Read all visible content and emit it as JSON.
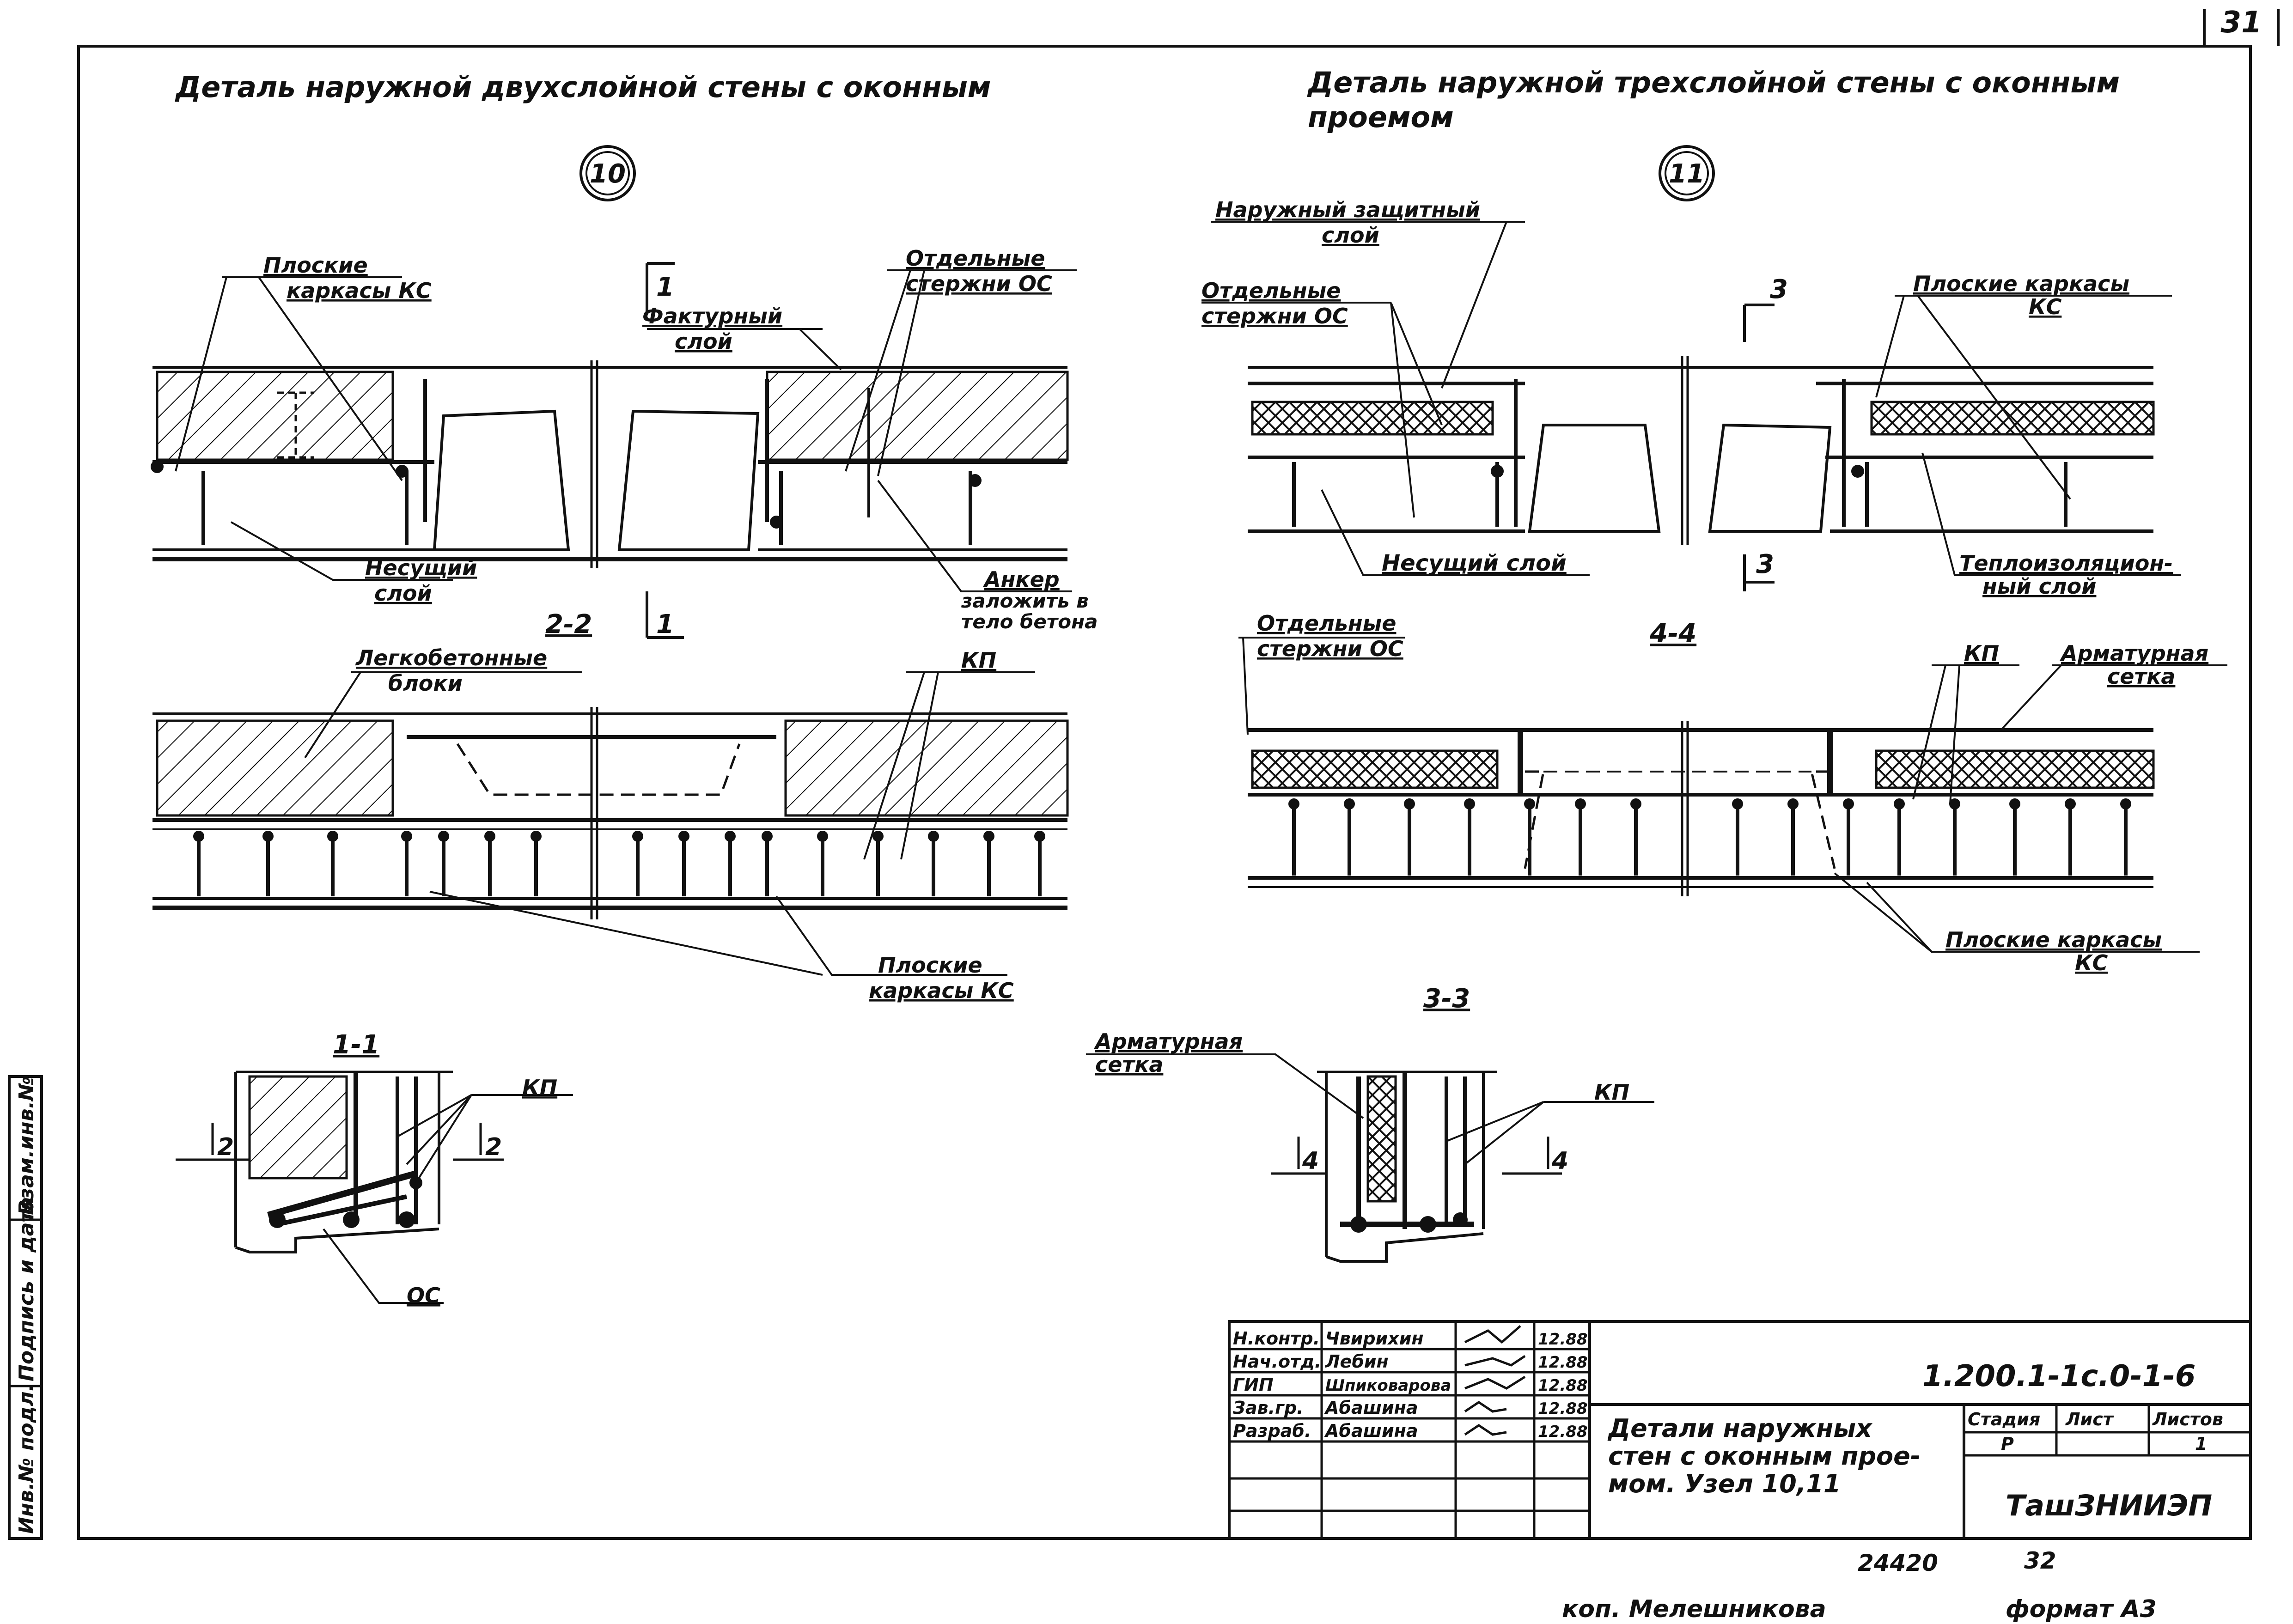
{
  "sheet": {
    "page_number": "31",
    "format": "формат А3",
    "copied_by": "коп. Мелешникова",
    "archive_no": "24420",
    "archive_sheet": "32"
  },
  "titles": {
    "left": "Деталь наружной двухслойной стены с оконным",
    "right_line1": "Деталь наружной трехслойной стены с оконным",
    "right_line2": "проемом"
  },
  "nodes": {
    "left": "10",
    "right": "11"
  },
  "section_marks": {
    "s1_top": "1",
    "s1_bottom": "1",
    "s3_top": "3",
    "s3_bottom": "3",
    "cut_2": "2",
    "cut_4": "4"
  },
  "section_titles": {
    "s22": "2-2",
    "s44": "4-4",
    "s11": "1-1",
    "s33": "3-3"
  },
  "callouts": {
    "flat_frames_1": "Плоские",
    "flat_frames_2": "каркасы КС",
    "separate_rods_1": "Отдельные",
    "separate_rods_2": "стержни ОС",
    "facade_layer_1": "Фактурный",
    "facade_layer_2": "слой",
    "bearing_layer_1": "Несущий",
    "bearing_layer_2": "слой",
    "anchor_1": "Анкер",
    "anchor_2": "заложить в",
    "anchor_3": "тело бетона",
    "light_blocks_1": "Легкобетонные",
    "light_blocks_2": "блоки",
    "kp": "КП",
    "flat_frames_b1": "Плоские",
    "flat_frames_b2": "каркасы КС",
    "os": "ОС",
    "protective_1": "Наружный защитный",
    "protective_2": "слой",
    "separate_rods_r1": "Отдельные",
    "separate_rods_r2": "стержни ОС",
    "flat_frames_r": "Плоские каркасы",
    "flat_frames_r2": "КС",
    "bearing_r": "Несущий слой",
    "insulation_1": "Теплоизоляцион-",
    "insulation_2": "ный слой",
    "separate_rods_r3": "Отдельные",
    "separate_rods_r4": "стержни ОС",
    "kp_r": "КП",
    "mesh_1": "Арматурная",
    "mesh_2": "сетка",
    "flat_frames_r3": "Плоские каркасы",
    "flat_frames_r4": "КС",
    "mesh_s33_1": "Арматурная",
    "mesh_s33_2": "сетка",
    "kp_s33": "КП"
  },
  "side_stamp": [
    "Инв.№ подл.",
    "Подпись и дата",
    "Взам.инв.№"
  ],
  "title_block": {
    "roles": [
      "Н.контр.",
      "Нач.отд.",
      "ГИП",
      "Зав.гр.",
      "Разраб."
    ],
    "names": [
      "Чвирихин",
      "Лебин",
      "Шпиковарова",
      "Абашина",
      "Абашина"
    ],
    "dates": [
      "12.88",
      "12.88",
      "12.88",
      "12.88",
      "12.88"
    ],
    "code": "1.200.1-1с.0-1-6",
    "description_1": "Детали наружных",
    "description_2": "стен с оконным прое-",
    "description_3": "мом. Узел 10,11",
    "stage_header": "Стадия",
    "sheet_header": "Лист",
    "sheets_header": "Листов",
    "stage": "Р",
    "sheet": "",
    "sheets": "1",
    "organization": "ТашЗНИИЭП"
  }
}
